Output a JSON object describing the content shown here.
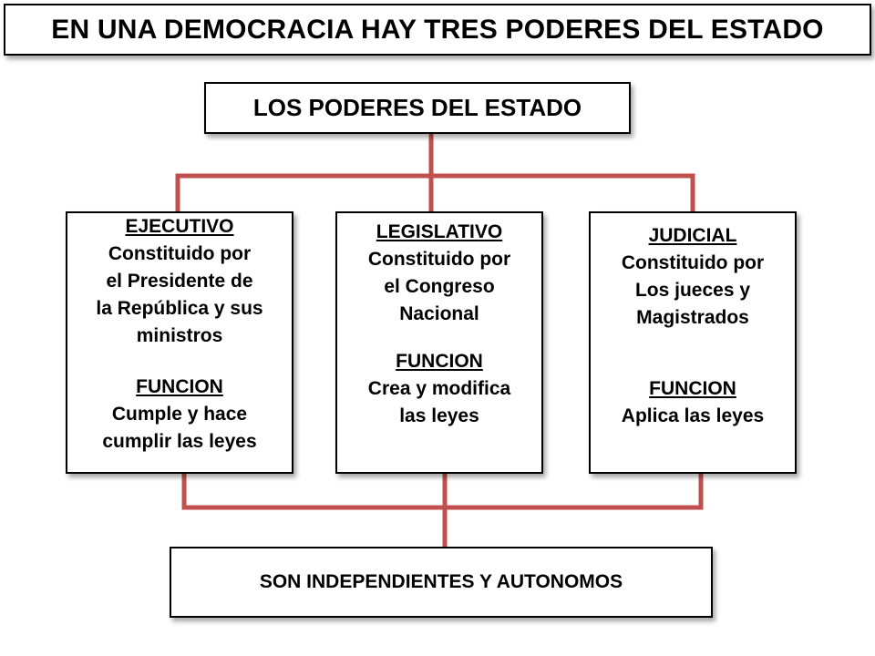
{
  "title": "EN UNA DEMOCRACIA HAY TRES PODERES DEL ESTADO",
  "root": "LOS PODERES DEL ESTADO",
  "branches": [
    {
      "name": "EJECUTIVO",
      "lines": [
        "Constituido por",
        "el Presidente de",
        "la República y sus",
        "ministros"
      ],
      "funcion_label": "FUNCION",
      "funcion_lines": [
        "Cumple y hace",
        "cumplir las leyes"
      ]
    },
    {
      "name": "LEGISLATIVO",
      "lines": [
        "Constituido por",
        "el Congreso",
        "Nacional"
      ],
      "funcion_label": "FUNCION",
      "funcion_lines": [
        "Crea y modifica",
        "las leyes"
      ]
    },
    {
      "name": "JUDICIAL",
      "lines": [
        "Constituido por",
        "Los jueces y",
        "Magistrados"
      ],
      "funcion_label": "FUNCION",
      "funcion_lines": [
        "Aplica las leyes"
      ]
    }
  ],
  "footer": "SON INDEPENDIENTES Y AUTONOMOS",
  "colors": {
    "connector": "#c0504d",
    "border": "#000000"
  }
}
